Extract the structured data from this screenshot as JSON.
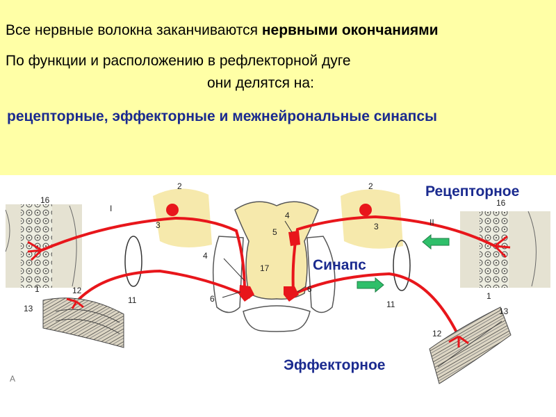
{
  "heading": {
    "line1_prefix": "Все нервные волокна заканчиваются ",
    "line1_bold": "нервными окончаниями",
    "line2_a": "По функции и расположению в рефлекторной дуге",
    "line2_b": "они делятся на:",
    "line3": "рецепторные, эффекторные и межнейрональные синапсы"
  },
  "figure": {
    "labels": {
      "receptor": "Рецепторное",
      "synapse": "Синапс",
      "effector": "Эффекторное",
      "panel_a": "A"
    },
    "numbers_left": [
      "16",
      "2",
      "3",
      "I",
      "4",
      "5",
      "17",
      "6",
      "1",
      "12",
      "13",
      "11"
    ],
    "numbers_right": [
      "2",
      "3",
      "4",
      "16",
      "II",
      "6",
      "1",
      "11",
      "12",
      "13"
    ]
  },
  "colors": {
    "background": "#FFFFA6",
    "heading_blue": "#1A2A8F",
    "nerve_red": "#E8161B",
    "arrow_green": "#2FBF6A"
  }
}
